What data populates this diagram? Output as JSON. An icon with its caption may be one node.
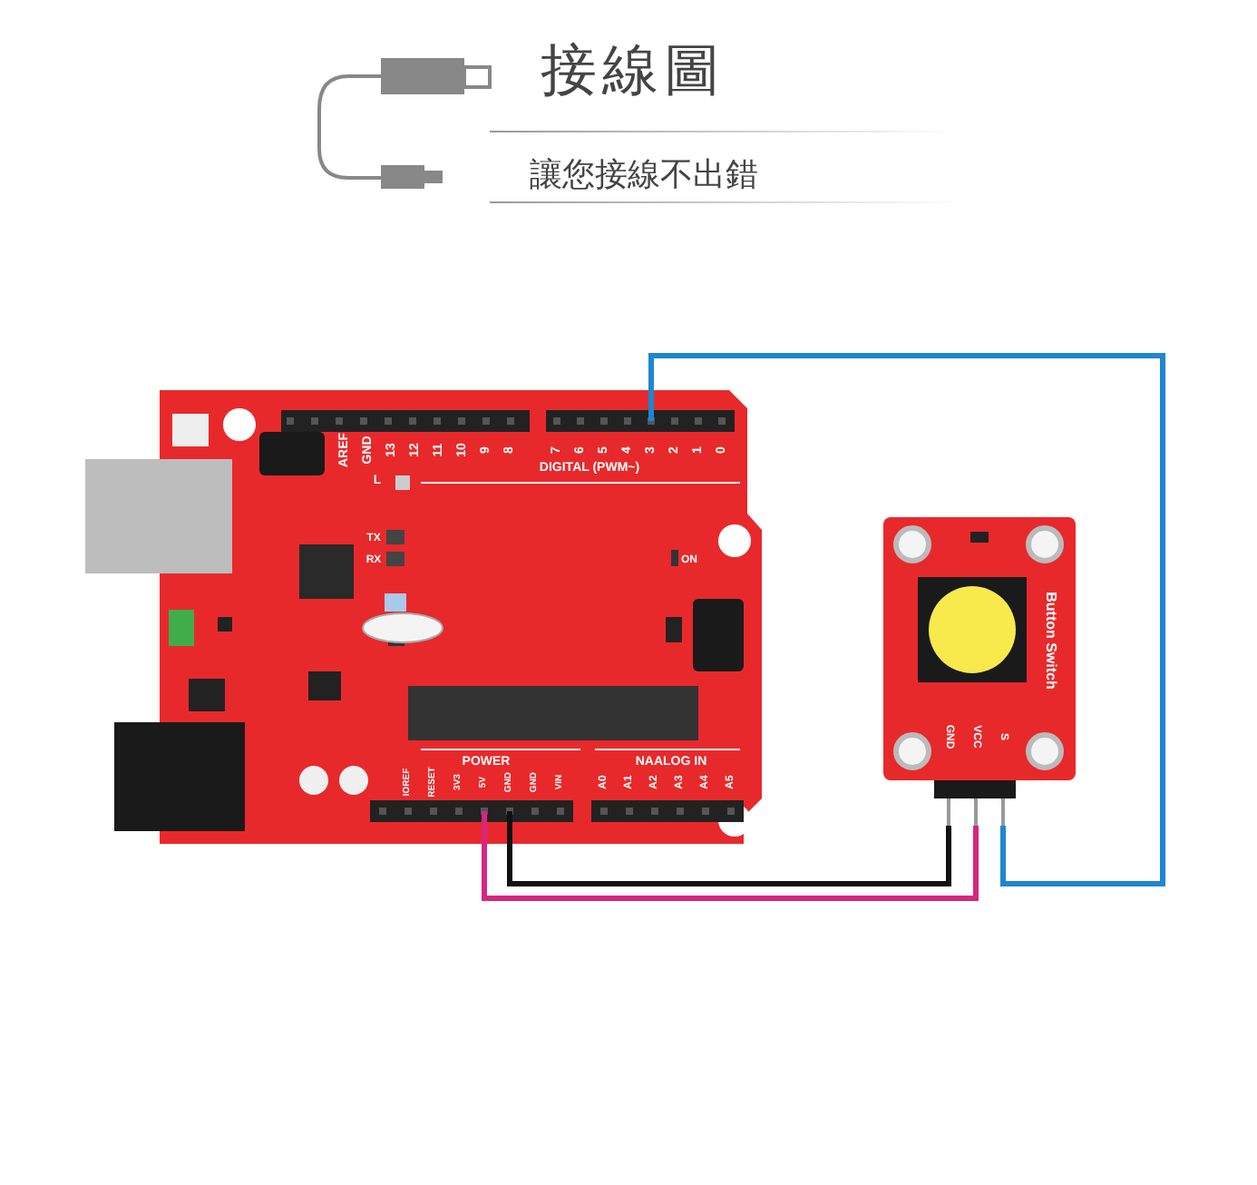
{
  "diagram": {
    "title": "接線圖",
    "nodes": [
      {
        "text": [],
        "shape": "picture"
      },
      {
        "text": [
          "Button Switch"
        ]
      }
    ],
    "edges": [
      {
        "from": 0,
        "to": 1,
        "arrow": "none",
        "color": "#1e86cf"
      },
      {
        "from": 0,
        "to": 1,
        "arrow": "none",
        "color": "#111111"
      },
      {
        "from": 0,
        "to": 1,
        "arrow": "none",
        "color": "#d6267f"
      }
    ],
    "labels": [
      "讓您接線不出錯",
      "AREF",
      "GND",
      "13",
      "12",
      "11",
      "10",
      "9",
      "8",
      "7",
      "6",
      "5",
      "4",
      "3",
      "2",
      "1",
      "0",
      "DIGITAL (PWM~)",
      "L",
      "TX",
      "RX",
      "ON",
      "POWER",
      "NAALOG IN",
      "IOREF",
      "RESET",
      "3V3",
      "5V",
      "GND",
      "GND",
      "VIN",
      "A0",
      "A1",
      "A2",
      "A3",
      "A4",
      "A5",
      "GND",
      "VCC",
      "S"
    ]
  }
}
